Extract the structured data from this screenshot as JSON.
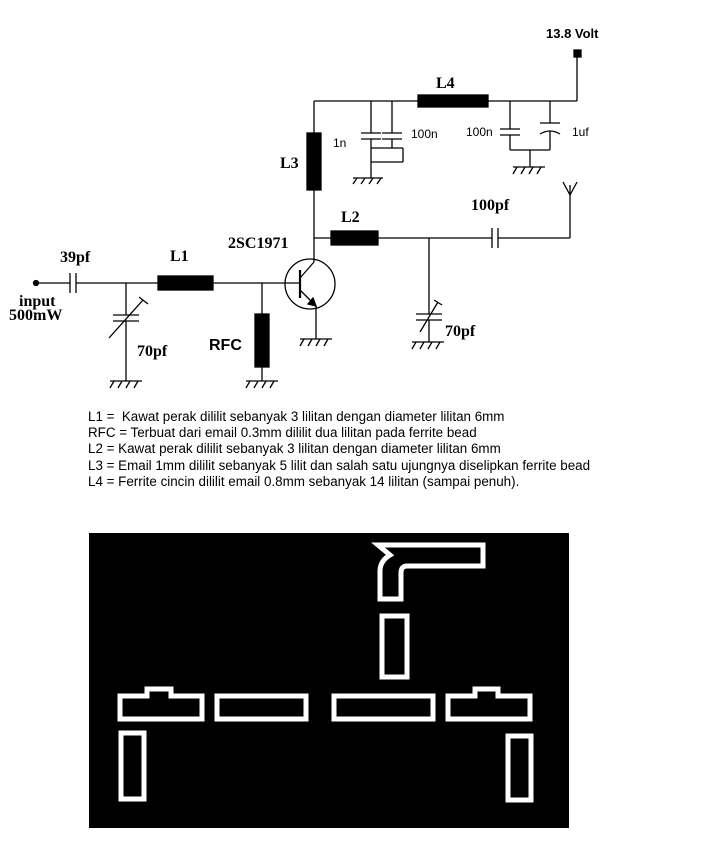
{
  "schematic": {
    "supply_label": "13.8 Volt",
    "input_label": "input",
    "input_power": "500mW",
    "transistor": "2SC1971",
    "components": {
      "c_input": "39pf",
      "l1": "L1",
      "trimmer_in": "70pf",
      "rfc": "RFC",
      "l3": "L3",
      "l2": "L2",
      "l4": "L4",
      "c_1n": "1n",
      "c_100n_a": "100n",
      "c_100n_b": "100n",
      "c_1uf": "1uf",
      "c_output": "100pf",
      "trimmer_out": "70pf"
    }
  },
  "notes": [
    "L1 =  Kawat perak dililit sebanyak 3 lilitan dengan diameter lilitan 6mm",
    "RFC = Terbuat dari email 0.3mm dililit dua lilitan pada ferrite bead",
    "L2 = Kawat perak dililit sebanyak 3 lilitan dengan diameter lilitan 6mm",
    "L3 = Email 1mm dililit sebanyak 5 lilit dan salah satu ujungnya diselipkan ferrite bead",
    "L4 = Ferrite cincin dililit email 0.8mm sebanyak 14 lilitan (sampai penuh)."
  ],
  "colors": {
    "ink": "#000000",
    "pcb_background": "#000000",
    "pcb_trace_outline": "#ffffff"
  }
}
